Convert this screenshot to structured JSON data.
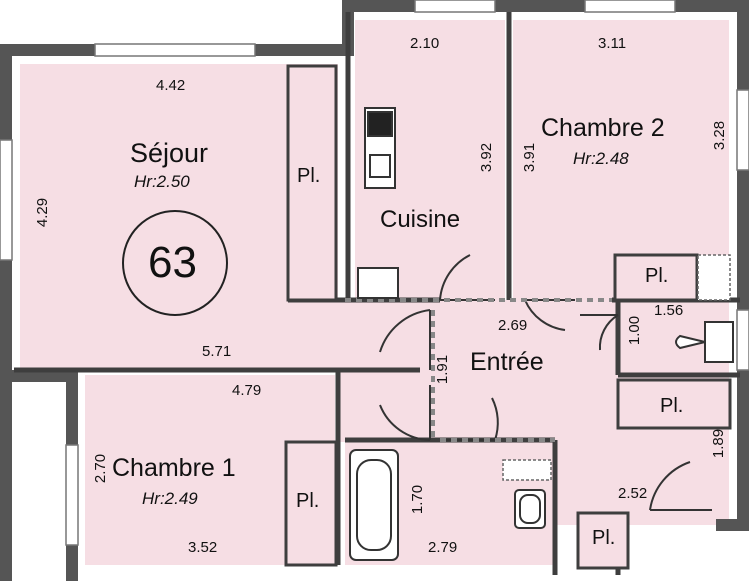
{
  "colors": {
    "room_fill": "#f6dee4",
    "wall": "#555555",
    "wall_dark": "#3e3e3e",
    "text": "#111111"
  },
  "apartment": {
    "number": "63"
  },
  "rooms": {
    "sejour": {
      "name": "Séjour",
      "height": "Hr:2.50",
      "dim_top": "4.42",
      "dim_left": "4.29",
      "dim_bottom": "5.71"
    },
    "cuisine": {
      "name": "Cuisine",
      "dim_top": "2.10",
      "dim_right": "3.92"
    },
    "chambre2": {
      "name": "Chambre 2",
      "height": "Hr:2.48",
      "dim_top": "3.11",
      "dim_left": "3.91",
      "dim_right": "3.28"
    },
    "entree": {
      "name": "Entrée",
      "dim_top": "2.69",
      "dim_left": "1.91"
    },
    "chambre1": {
      "name": "Chambre 1",
      "height": "Hr:2.49",
      "dim_top": "4.79",
      "dim_left": "2.70",
      "dim_bottom": "3.52"
    },
    "sdb": {
      "dim_height": "1.70",
      "dim_bottom": "2.79"
    },
    "wc": {
      "dim_top": "1.56",
      "dim_left": "1.00"
    },
    "degagement": {
      "dim_bottom": "2.52",
      "dim_right": "1.89"
    }
  },
  "placards": {
    "label": "Pl."
  }
}
